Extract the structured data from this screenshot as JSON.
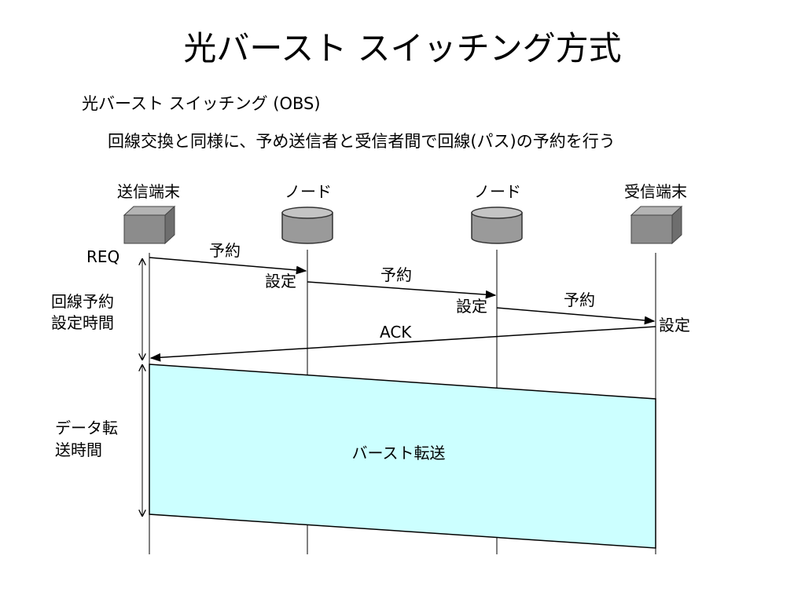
{
  "slide": {
    "title": "光バースト スイッチング方式",
    "subtitle": "光バースト スイッチング (OBS)",
    "description": "回線交換と同様に、予め送信者と受信者間で回線(パス)の予約を行う"
  },
  "diagram": {
    "nodes": {
      "sender": "送信端末",
      "node1": "ノード",
      "node2": "ノード",
      "receiver": "受信端末"
    },
    "labels": {
      "req": "REQ",
      "reserve1": "予約",
      "reserve2": "予約",
      "reserve3": "予約",
      "setup1": "設定",
      "setup2": "設定",
      "setup3": "設定",
      "ack": "ACK",
      "reservation_time_line1": "回線予約",
      "reservation_time_line2": "設定時間",
      "transfer_time_line1": "データ転",
      "transfer_time_line2": "送時間",
      "burst_transfer": "バースト転送"
    },
    "colors": {
      "burst_fill": "#ccffff",
      "terminal_front": "#8c8c8c",
      "terminal_top": "#b4b4b4",
      "terminal_side": "#6e6e6e",
      "node_body": "#9a9a9a",
      "node_top": "#c4c4c4"
    }
  }
}
